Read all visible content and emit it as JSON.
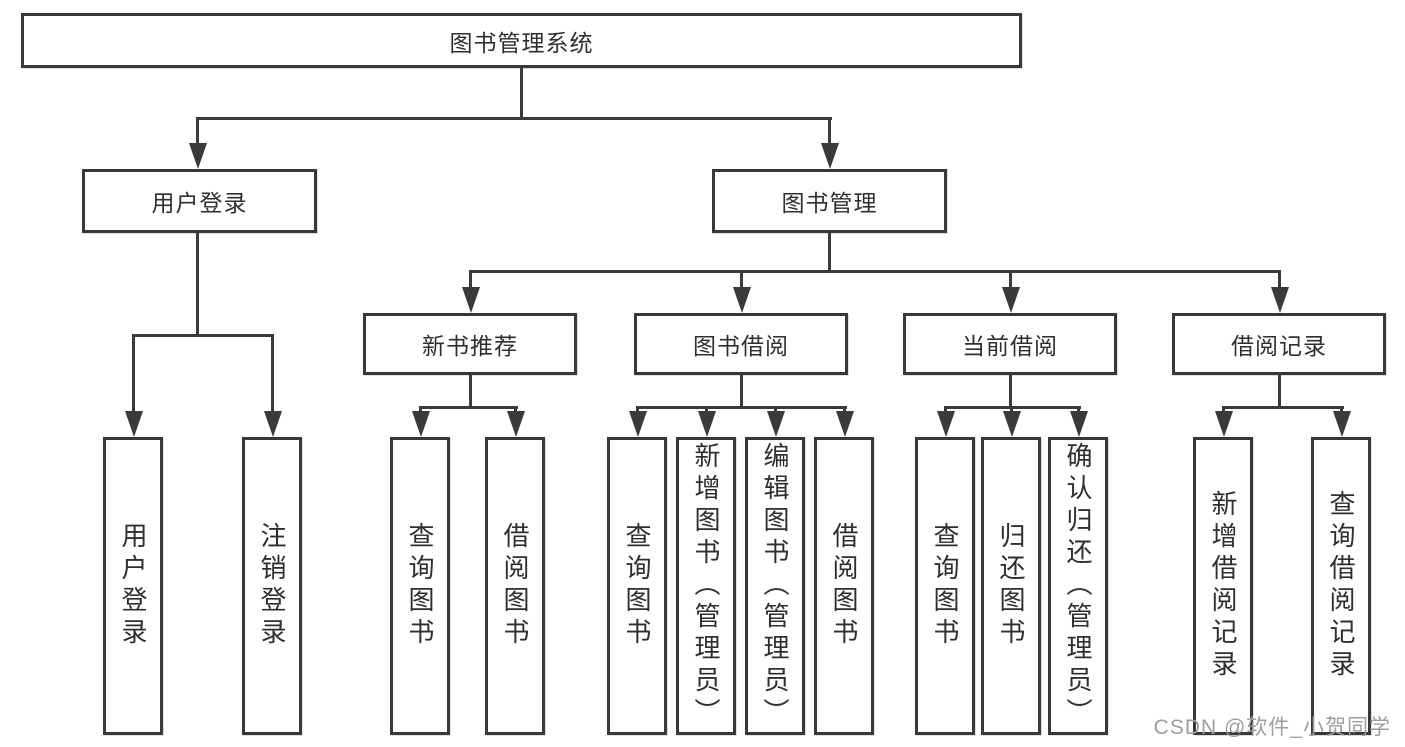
{
  "diagram": {
    "type": "tree",
    "root": {
      "label": "图书管理系统"
    },
    "level2": [
      {
        "id": "user-login",
        "label": "用户登录"
      },
      {
        "id": "book-management",
        "label": "图书管理"
      }
    ],
    "level3": [
      {
        "id": "new-book-recommend",
        "parent": "图书管理",
        "label": "新书推荐"
      },
      {
        "id": "book-borrow",
        "parent": "图书管理",
        "label": "图书借阅"
      },
      {
        "id": "current-borrow",
        "parent": "图书管理",
        "label": "当前借阅"
      },
      {
        "id": "borrow-records",
        "parent": "图书管理",
        "label": "借阅记录"
      }
    ],
    "leaves": [
      {
        "parent": "用户登录",
        "label": "用户登录"
      },
      {
        "parent": "用户登录",
        "label": "注销登录"
      },
      {
        "parent": "新书推荐",
        "label": "查询图书"
      },
      {
        "parent": "新书推荐",
        "label": "借阅图书"
      },
      {
        "parent": "图书借阅",
        "label": "查询图书"
      },
      {
        "parent": "图书借阅",
        "label": "新增图书（管理员）"
      },
      {
        "parent": "图书借阅",
        "label": "编辑图书（管理员）"
      },
      {
        "parent": "图书借阅",
        "label": "借阅图书"
      },
      {
        "parent": "当前借阅",
        "label": "查询图书"
      },
      {
        "parent": "当前借阅",
        "label": "归还图书"
      },
      {
        "parent": "当前借阅",
        "label": "确认归还（管理员）"
      },
      {
        "parent": "借阅记录",
        "label": "新增借阅记录"
      },
      {
        "parent": "借阅记录",
        "label": "查询借阅记录"
      }
    ]
  },
  "watermark": {
    "text": "CSDN @软件_小贺同学"
  },
  "colors": {
    "line": "#3a3a3a",
    "box_border": "#383838",
    "text": "#2f2f2f",
    "background": "#ffffff",
    "watermark": "#9e9e9e"
  }
}
